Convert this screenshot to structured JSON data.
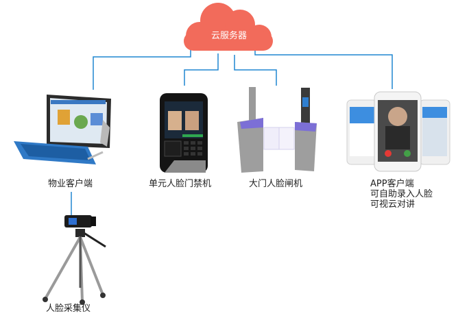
{
  "cloud": {
    "label": "云服务器",
    "color": "#f26b5b"
  },
  "connector_color": "#1f86d1",
  "nodes": {
    "property_client": {
      "label": "物业客户端",
      "icon": "tablet-laptop-icon"
    },
    "unit_access": {
      "label": "单元人脸门禁机",
      "icon": "face-access-terminal-icon"
    },
    "gate": {
      "label": "大门人脸闸机",
      "icon": "turnstile-gate-icon"
    },
    "app_client": {
      "lines": [
        "APP客户端",
        "可自助录入人脸",
        "可视云对讲"
      ],
      "icon": "smartphones-icon"
    },
    "collector": {
      "label": "人脸采集仪",
      "icon": "camera-tripod-icon"
    }
  }
}
